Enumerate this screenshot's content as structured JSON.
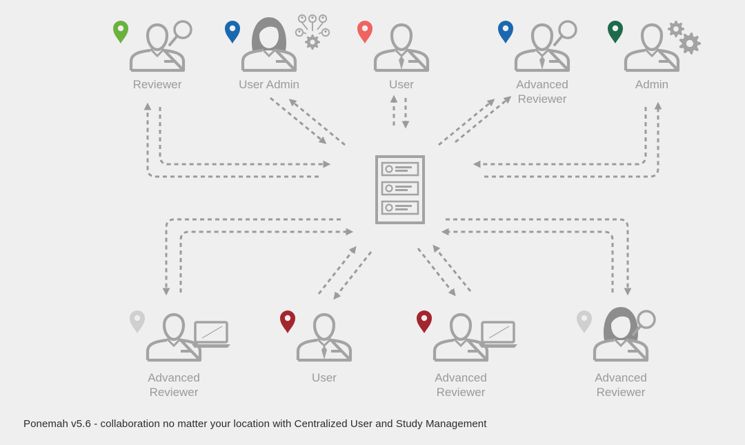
{
  "diagram": {
    "center": {
      "name": "server"
    },
    "nodes": [
      {
        "id": "reviewer-top",
        "label_lines": [
          "Reviewer"
        ],
        "pin_color": "#6ab23e",
        "avatar": "male",
        "icon": "magnifier-icon"
      },
      {
        "id": "user-admin-top",
        "label_lines": [
          "User Admin"
        ],
        "pin_color": "#1a68b0",
        "avatar": "female",
        "icon": "network-gear-icon"
      },
      {
        "id": "user-top",
        "label_lines": [
          "User"
        ],
        "pin_color": "#f06360",
        "avatar": "male-tie",
        "icon": ""
      },
      {
        "id": "advanced-reviewer-top",
        "label_lines": [
          "Advanced",
          "Reviewer"
        ],
        "pin_color": "#1a68b0",
        "avatar": "male-tie",
        "icon": "magnifier-icon"
      },
      {
        "id": "admin-top",
        "label_lines": [
          "Admin"
        ],
        "pin_color": "#1e6a4c",
        "avatar": "male",
        "icon": "gears-icon"
      },
      {
        "id": "advanced-reviewer-bottom-1",
        "label_lines": [
          "Advanced",
          "Reviewer"
        ],
        "pin_color": "#cfcfcf",
        "avatar": "male",
        "icon": "laptop-icon"
      },
      {
        "id": "user-bottom",
        "label_lines": [
          "User"
        ],
        "pin_color": "#a3262e",
        "avatar": "male-tie",
        "icon": ""
      },
      {
        "id": "advanced-reviewer-bottom-2",
        "label_lines": [
          "Advanced",
          "Reviewer"
        ],
        "pin_color": "#a3262e",
        "avatar": "male",
        "icon": "laptop-icon"
      },
      {
        "id": "advanced-reviewer-bottom-3",
        "label_lines": [
          "Advanced",
          "Reviewer"
        ],
        "pin_color": "#cfcfcf",
        "avatar": "female",
        "icon": "magnifier-icon"
      }
    ]
  },
  "colors": {
    "line": "#9b9b9b",
    "label": "#9a9a9a",
    "background": "#efefef"
  },
  "caption": "Ponemah v5.6 - collaboration no matter your location with Centralized User and Study Management"
}
